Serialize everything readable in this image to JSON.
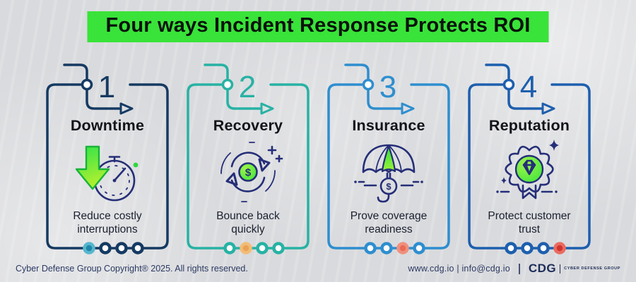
{
  "title": "Four ways Incident Response Protects ROI",
  "title_highlight_color": "#39e339",
  "cards": [
    {
      "number": "1",
      "heading": "Downtime",
      "caption": [
        "Reduce costly",
        "interruptions"
      ],
      "icon": "stopwatch-down-arrow-icon",
      "accent": "#153a62",
      "active_dot": 0,
      "dot_active": "#57b6ce",
      "dot_active_center": "#1f87a8"
    },
    {
      "number": "2",
      "heading": "Recovery",
      "caption": [
        "Bounce back",
        "quickly"
      ],
      "icon": "cycle-dollar-icon",
      "accent": "#27b2a4",
      "active_dot": 1,
      "dot_active": "#f2bc77",
      "dot_active_center": "#e9a254"
    },
    {
      "number": "3",
      "heading": "Insurance",
      "caption": [
        "Prove coverage",
        "readiness"
      ],
      "icon": "umbrella-dollar-icon",
      "accent": "#2e8ecf",
      "active_dot": 2,
      "dot_active": "#f0907e",
      "dot_active_center": "#e96a55"
    },
    {
      "number": "4",
      "heading": "Reputation",
      "caption": [
        "Protect customer",
        "trust"
      ],
      "icon": "diamond-badge-icon",
      "accent": "#1d5fae",
      "active_dot": 3,
      "dot_active": "#ea6a60",
      "dot_active_center": "#d0342c"
    }
  ],
  "icons": {
    "dollar_glyph": "$"
  },
  "footer": {
    "copyright": "Cyber Defense Group Copyright® 2025. All rights reserved.",
    "website": "www.cdg.io",
    "separator": "|",
    "email": "info@cdg.io",
    "logo_text": "CDG",
    "logo_subtext": "CYBER DEFENSE GROUP"
  }
}
